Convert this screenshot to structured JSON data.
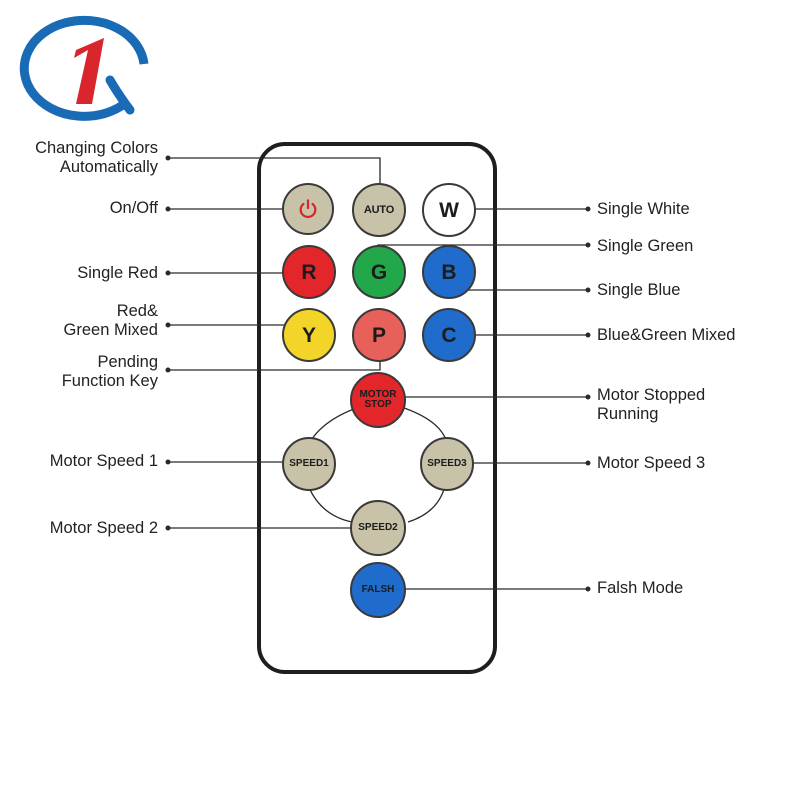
{
  "brand": {
    "logo_color_ring": "#1a6bb5",
    "logo_color_one": "#d8262c"
  },
  "buttons": {
    "power": {
      "icon": "power-icon",
      "color": "#c7c2a8"
    },
    "auto": {
      "text": "AUTO",
      "color": "#c7c2a8"
    },
    "white": {
      "text": "W",
      "color": "#ffffff"
    },
    "red": {
      "text": "R",
      "color": "#e3262a"
    },
    "green": {
      "text": "G",
      "color": "#22a84a"
    },
    "blue": {
      "text": "B",
      "color": "#1f6ccc"
    },
    "yellow": {
      "text": "Y",
      "color": "#f2d528"
    },
    "pink": {
      "text": "P",
      "color": "#e8605a"
    },
    "cyan": {
      "text": "C",
      "color": "#1f6ccc"
    },
    "motor_stop": {
      "text1": "MOTOR",
      "text2": "STOP",
      "color": "#e3262a"
    },
    "speed1": {
      "text": "SPEED1",
      "color": "#c7c2a8"
    },
    "speed3": {
      "text": "SPEED3",
      "color": "#c7c2a8"
    },
    "speed2": {
      "text": "SPEED2",
      "color": "#c7c2a8"
    },
    "falsh": {
      "text": "FALSH",
      "color": "#1f6ccc"
    }
  },
  "labels": {
    "changing_colors": [
      "Changing Colors",
      "Automatically"
    ],
    "on_off": "On/Off",
    "single_red": "Single Red",
    "red_green_mixed": [
      "Red&",
      "Green Mixed"
    ],
    "pending": [
      "Pending",
      "Function Key"
    ],
    "motor_speed_1": "Motor Speed 1",
    "motor_speed_2": "Motor Speed 2",
    "single_white": "Single White",
    "single_green": "Single Green",
    "single_blue": "Single Blue",
    "blue_green_mixed": "Blue&Green Mixed",
    "motor_stopped": [
      "Motor Stopped",
      "Running"
    ],
    "motor_speed_3": "Motor Speed 3",
    "falsh_mode": "Falsh Mode"
  }
}
